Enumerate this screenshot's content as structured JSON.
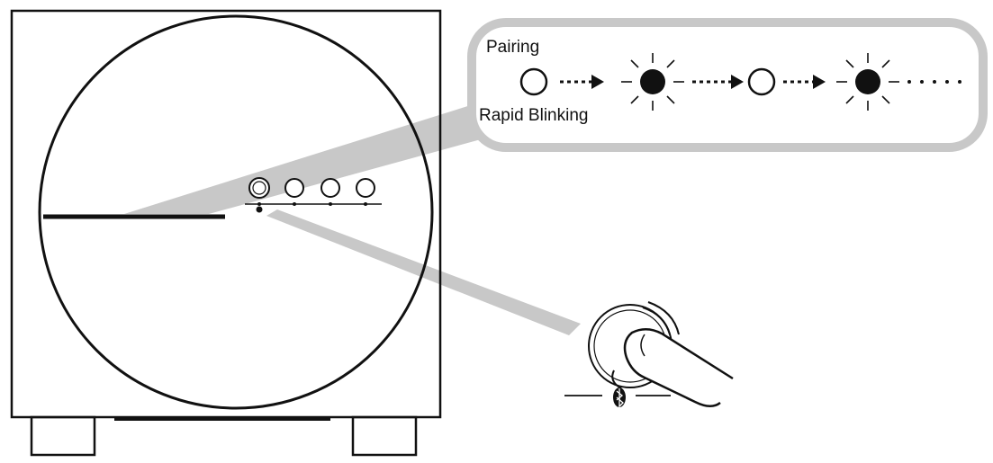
{
  "callout": {
    "label_top": "Pairing",
    "label_bottom": "Rapid Blinking"
  },
  "indicator": {
    "count": 4,
    "sequence": [
      "off",
      "on",
      "off",
      "on"
    ]
  },
  "icons": {
    "led": "led-indicator-icon",
    "button": "bluetooth-icon",
    "finger": "finger-press-icon"
  },
  "colors": {
    "line": "#111111",
    "callout": "#c8c8c8"
  }
}
